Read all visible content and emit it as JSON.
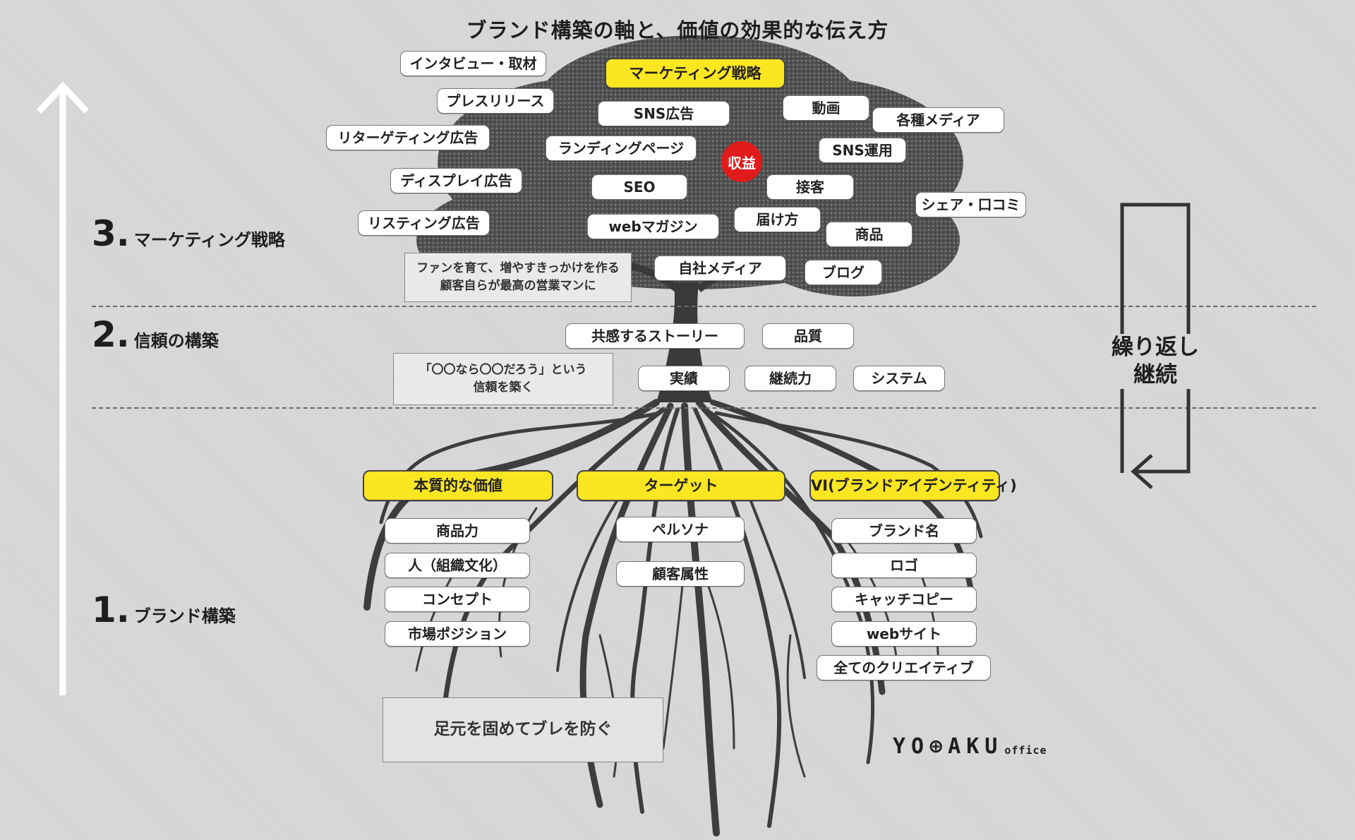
{
  "title": "ブランド構築の軸と、価値の効果的な伝え方",
  "stages": [
    {
      "num": "3.",
      "label": "マーケティング戦略"
    },
    {
      "num": "2.",
      "label": "信頼の構築"
    },
    {
      "num": "1.",
      "label": "ブランド構築"
    }
  ],
  "revenue": "収益",
  "marketing": {
    "heading": "マーケティング戦略",
    "tags": [
      "インタビュー・取材",
      "プレスリリース",
      "リターゲティング広告",
      "ディスプレイ広告",
      "リスティング広告",
      "SNS広告",
      "ランディングページ",
      "SEO",
      "webマガジン",
      "動画",
      "各種メディア",
      "SNS運用",
      "接客",
      "シェア・口コミ",
      "届け方",
      "商品",
      "自社メディア",
      "ブログ"
    ],
    "note": [
      "ファンを育て、増やすきっかけを作る",
      "顧客自らが最高の営業マンに"
    ]
  },
  "trust": {
    "tags": [
      "共感するストーリー",
      "品質",
      "実績",
      "継続力",
      "システム"
    ],
    "note": [
      "「〇〇なら〇〇だろう」という",
      "信頼を築く"
    ]
  },
  "brand": {
    "columns": [
      {
        "heading": "本質的な価値",
        "items": [
          "商品力",
          "人（組織文化）",
          "コンセプト",
          "市場ポジション"
        ]
      },
      {
        "heading": "ターゲット",
        "items": [
          "ペルソナ",
          "顧客属性"
        ]
      },
      {
        "heading": "VI(ブランドアイデンティティ)",
        "items": [
          "ブランド名",
          "ロゴ",
          "キャッチコピー",
          "webサイト",
          "全てのクリエイティブ"
        ]
      }
    ],
    "note": "足元を固めてブレを防ぐ"
  },
  "repeat": [
    "繰り返し",
    "継続"
  ],
  "logo": {
    "main": "YO⊕AKU",
    "sub": "office"
  }
}
